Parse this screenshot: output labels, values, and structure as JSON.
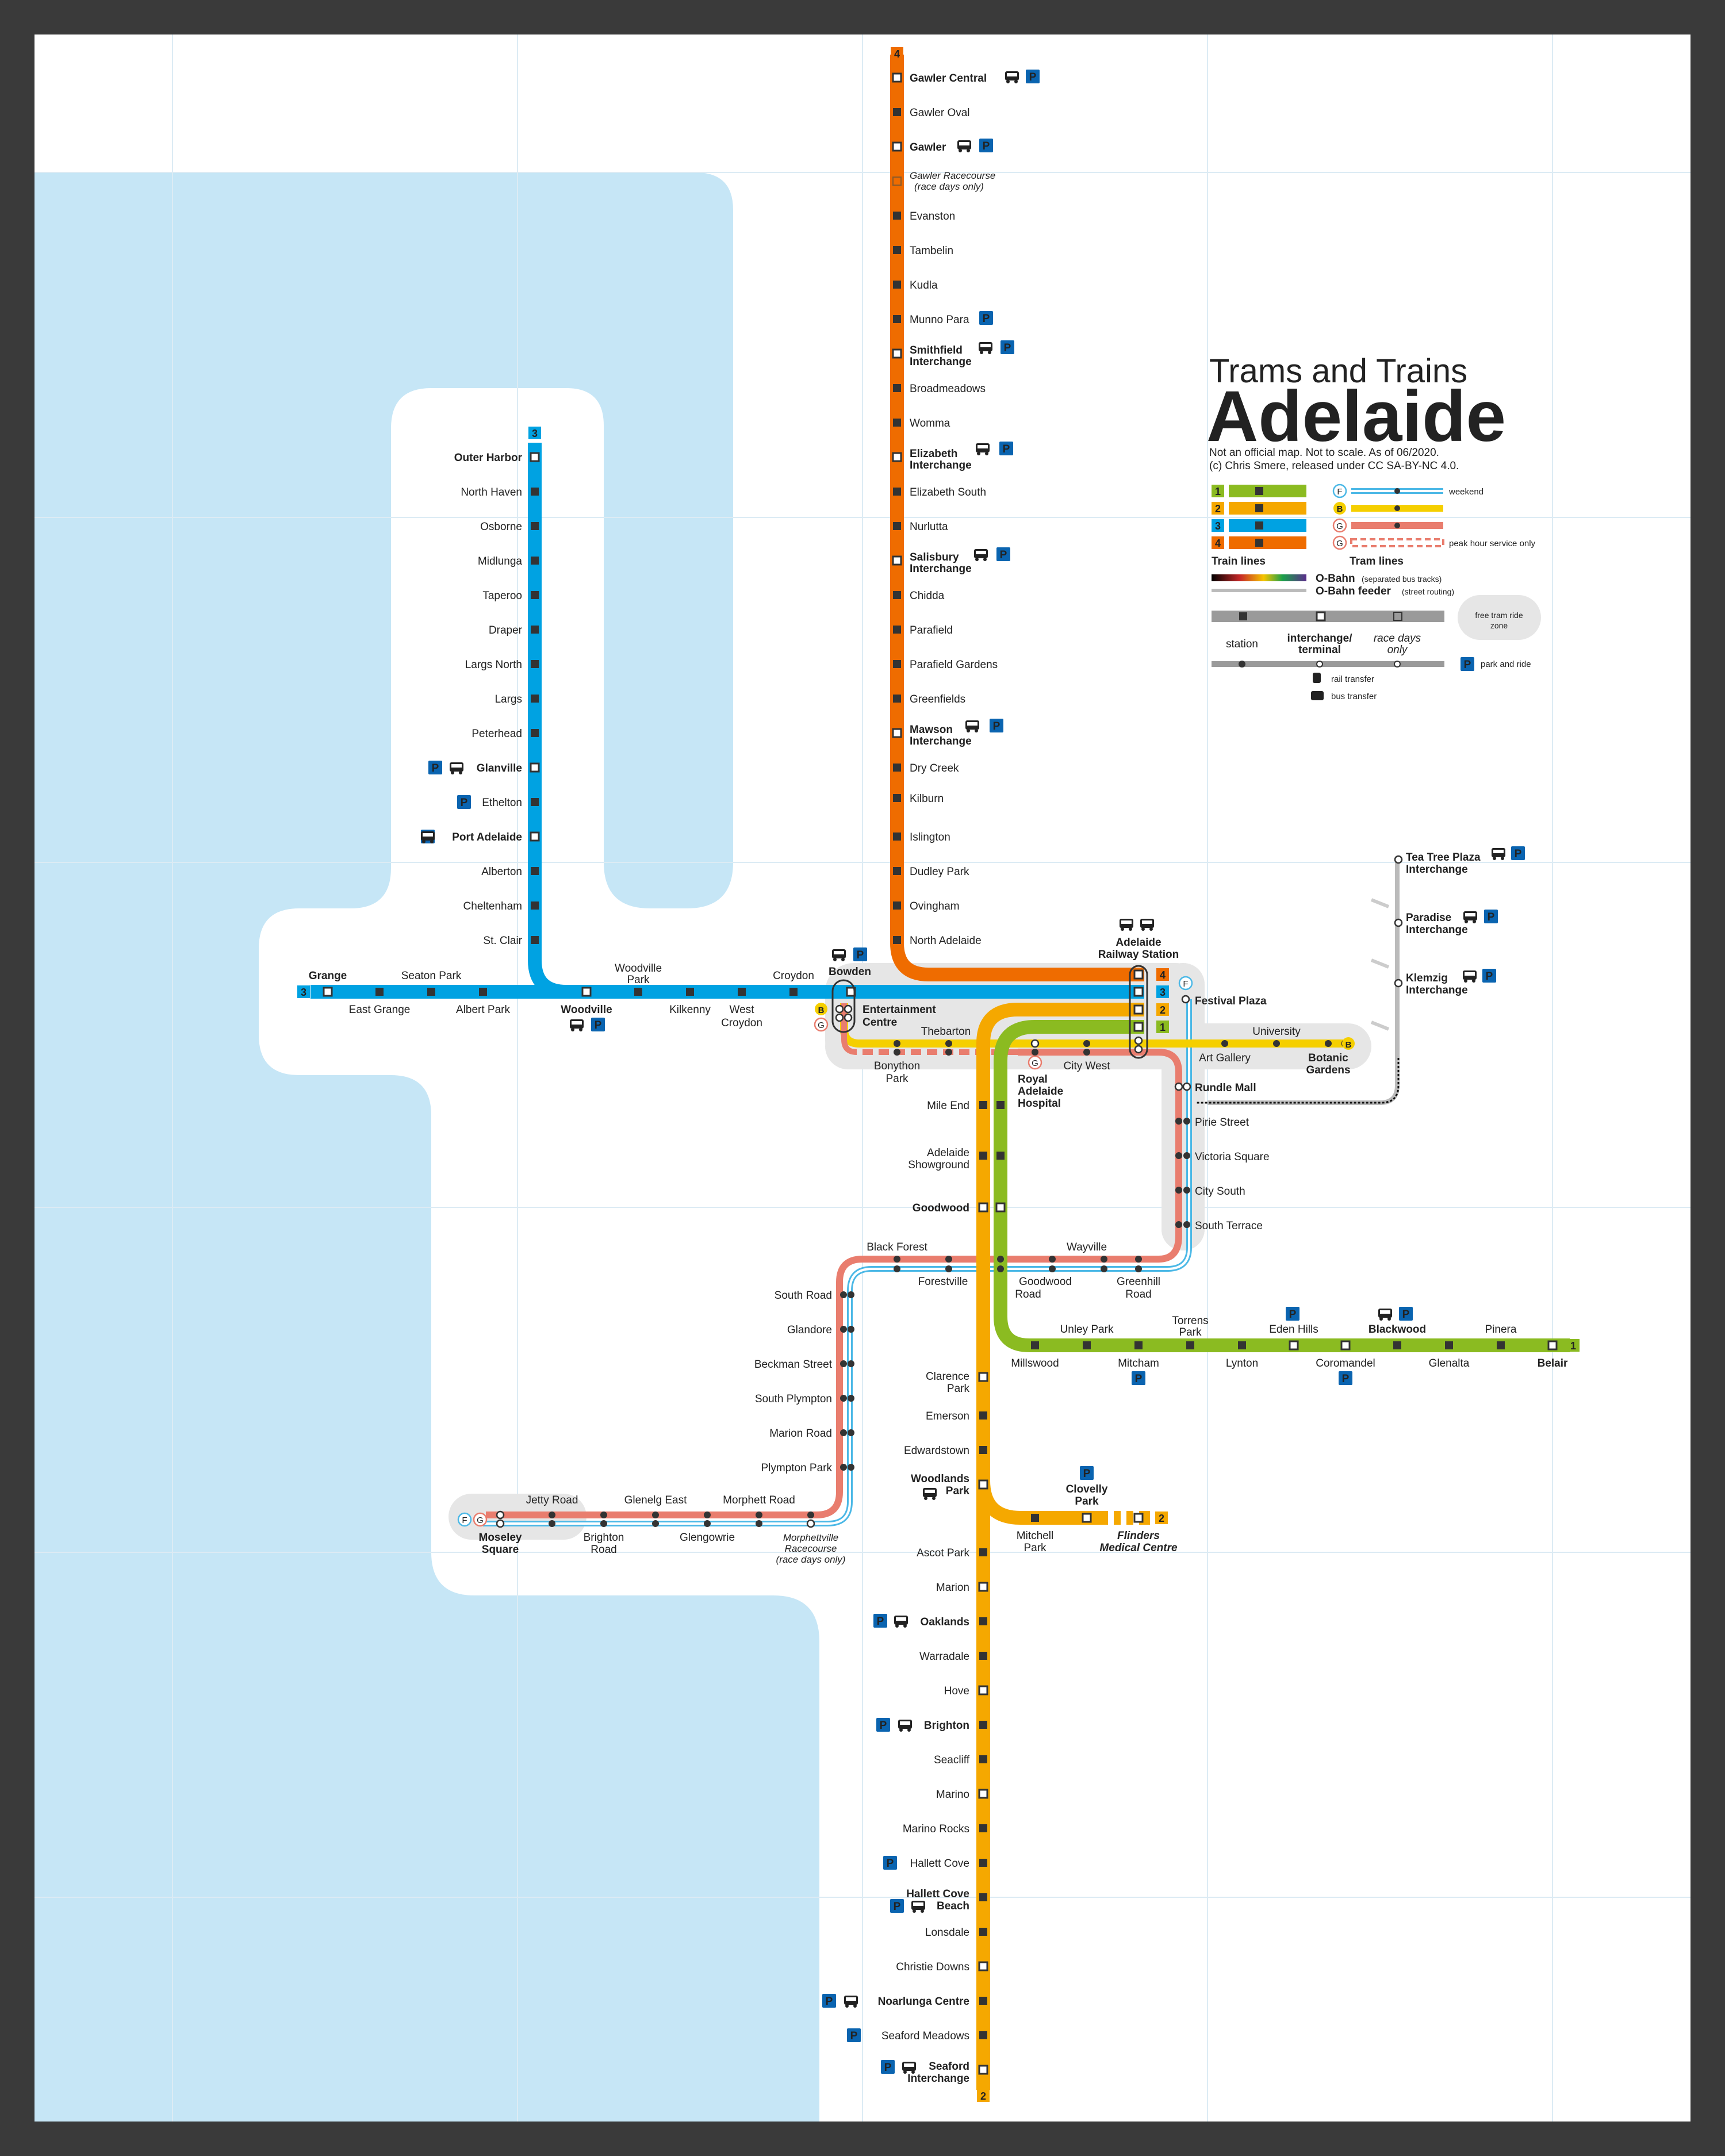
{
  "title": {
    "line1": "Trams and Trains",
    "line2": "Adelaide",
    "note1": "Not an official map. Not to scale. As of 06/2020.",
    "note2": "(c) Chris Smere, released under CC SA-BY-NC 4.0."
  },
  "colors": {
    "line1": "#8bbb21",
    "line2": "#f5a800",
    "line3": "#00a2e2",
    "line4": "#ef6c00",
    "tramB": "#f5cf00",
    "tramG": "#e97d6e",
    "tramF": "#4bb8e6",
    "sea": "#c6e6f6",
    "parking": "#0a64b0",
    "frame": "#3a3a3a"
  },
  "legend": {
    "weekend": "weekend",
    "peak": "peak hour service only",
    "train_lines": "Train lines",
    "tram_lines": "Tram lines",
    "obahn": "O-Bahn",
    "obahn_note": "(separated bus tracks)",
    "obahn_feeder": "O-Bahn feeder",
    "feeder_note": "(street routing)",
    "free_zone": [
      "free tram ride",
      "zone"
    ],
    "station": "station",
    "interchange": [
      "interchange/",
      "terminal"
    ],
    "race_days": [
      "race days",
      "only"
    ],
    "rail_transfer": "rail transfer",
    "bus_transfer": "bus transfer",
    "park_ride": "park and ride",
    "labels": {
      "l1": "1",
      "l2": "2",
      "l3": "3",
      "l4": "4",
      "tB": "B",
      "tG": "G",
      "tF": "F"
    }
  },
  "line_badges": {
    "l4_top": "4",
    "l3_top": "3",
    "l3_left": "3",
    "l4_mid": "4",
    "l3_mid": "3",
    "l2_mid": "2",
    "l1_mid": "1",
    "l1_right": "1",
    "l2_bottom": "2",
    "l2_flinders": "2",
    "tB_left": "B",
    "tB_right": "B",
    "tG_left": "G",
    "tG_cw": "G",
    "tF_left": "F",
    "tF_top": "F",
    "tG_mos": "G"
  },
  "stations": {
    "gawler_north": [
      "Gawler Central",
      "Gawler Oval",
      "Gawler",
      "Evanston",
      "Tambelin",
      "Kudla",
      "Munno Para",
      "Smithfield",
      "Interchange",
      "Broadmeadows",
      "Womma",
      "Elizabeth",
      "Interchange",
      "Elizabeth South",
      "Nurlutta",
      "Salisbury",
      "Interchange",
      "Chidda",
      "Parafield",
      "Parafield Gardens",
      "Greenfields",
      "Mawson",
      "Interchange",
      "Dry Creek",
      "Kilburn",
      "Islington",
      "Dudley Park",
      "Ovingham",
      "North Adelaide"
    ],
    "gawler_racecourse": [
      "Gawler Racecourse",
      "(race days only)"
    ],
    "outer_harbor": [
      "Outer Harbor",
      "North Haven",
      "Osborne",
      "Midlunga",
      "Taperoo",
      "Draper",
      "Largs North",
      "Largs",
      "Peterhead",
      "Glanville",
      "Ethelton",
      "Port Adelaide",
      "Alberton",
      "Cheltenham",
      "St. Clair"
    ],
    "west": [
      "Grange",
      "Seaton Park",
      "East Grange",
      "Albert Park",
      "Woodville",
      "Park",
      "Woodville",
      "Kilkenny",
      "West",
      "Croydon",
      "Croydon",
      "Bowden",
      "Entertainment",
      "Centre"
    ],
    "central": [
      "Adelaide",
      "Railway Station",
      "Festival Plaza",
      "Thebarton",
      "Bonython",
      "Park",
      "City West",
      "Royal",
      "Adelaide",
      "Hospital",
      "University",
      "Art Gallery",
      "Botanic",
      "Gardens",
      "Rundle Mall",
      "Pirie Street",
      "Victoria Square",
      "City South",
      "South Terrace"
    ],
    "south_central": [
      "Mile End",
      "Adelaide",
      "Showground",
      "Goodwood",
      "Black Forest",
      "Forestville",
      "Wayville",
      "Goodwood",
      "Road",
      "Greenhill",
      "Road"
    ],
    "obahn": [
      "Tea Tree Plaza",
      "Interchange",
      "Paradise",
      "Interchange",
      "Klemzig",
      "Interchange"
    ],
    "belair": [
      "Unley Park",
      "Torrens",
      "Park",
      "Eden Hills",
      "Blackwood",
      "Pinera",
      "Millswood",
      "Mitcham",
      "Lynton",
      "Coromandel",
      "Glenalta",
      "Belair"
    ],
    "glenelg": [
      "South Road",
      "Glandore",
      "Beckman Street",
      "South Plympton",
      "Marion Road",
      "Plympton Park",
      "Jetty Road",
      "Glenelg East",
      "Morphett Road",
      "Moseley",
      "Square",
      "Brighton",
      "Road",
      "Glengowrie",
      "Morphettville",
      "Racecourse",
      "(race days only)"
    ],
    "seaford": [
      "Clarence",
      "Park",
      "Emerson",
      "Edwardstown",
      "Woodlands",
      "Park",
      "Clovelly",
      "Park",
      "Mitchell",
      "Park",
      "Flinders",
      "Medical Centre",
      "Ascot Park",
      "Marion",
      "Oaklands",
      "Warradale",
      "Hove",
      "Brighton",
      "Seacliff",
      "Marino",
      "Marino Rocks",
      "Hallett Cove",
      "Hallett Cove",
      "Beach",
      "Lonsdale",
      "Christie Downs",
      "Noarlunga Centre",
      "Seaford Meadows",
      "Seaford",
      "Interchange"
    ]
  },
  "park_label": "P"
}
